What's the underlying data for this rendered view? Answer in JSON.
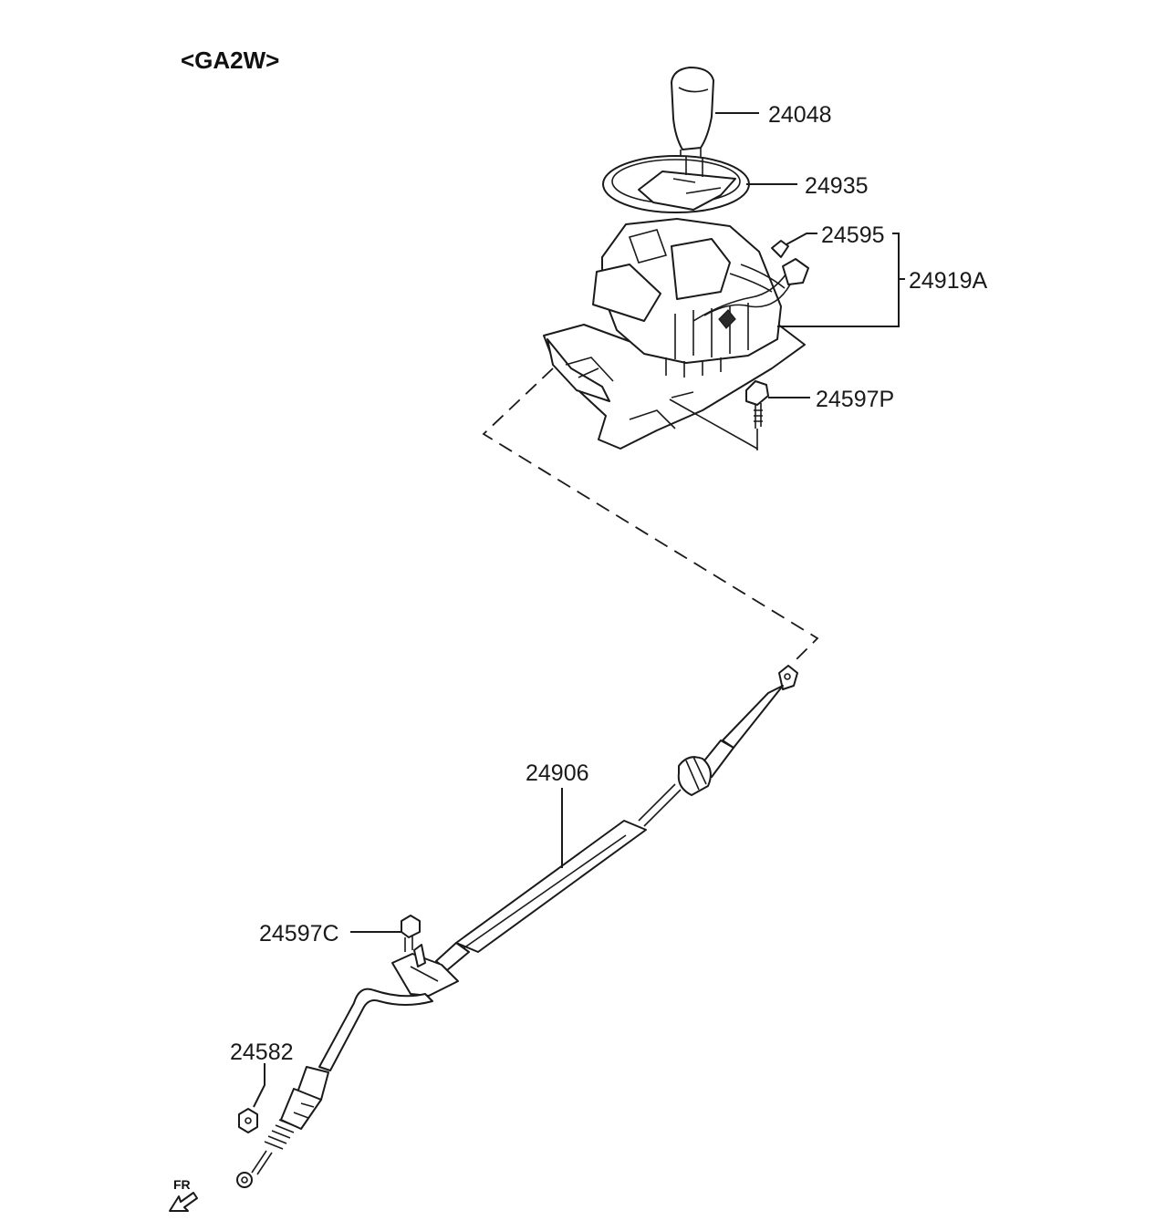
{
  "diagram": {
    "title": "<GA2W>",
    "direction_marker": "FR",
    "parts": [
      {
        "id": "knob",
        "label": "24048"
      },
      {
        "id": "indicator-bezel",
        "label": "24935"
      },
      {
        "id": "bulb",
        "label": "24595"
      },
      {
        "id": "lever-assembly",
        "label": "24919A"
      },
      {
        "id": "bolt-lever",
        "label": "24597P"
      },
      {
        "id": "shift-cable",
        "label": "24906"
      },
      {
        "id": "bolt-cable",
        "label": "24597C"
      },
      {
        "id": "nut",
        "label": "24582"
      }
    ]
  }
}
